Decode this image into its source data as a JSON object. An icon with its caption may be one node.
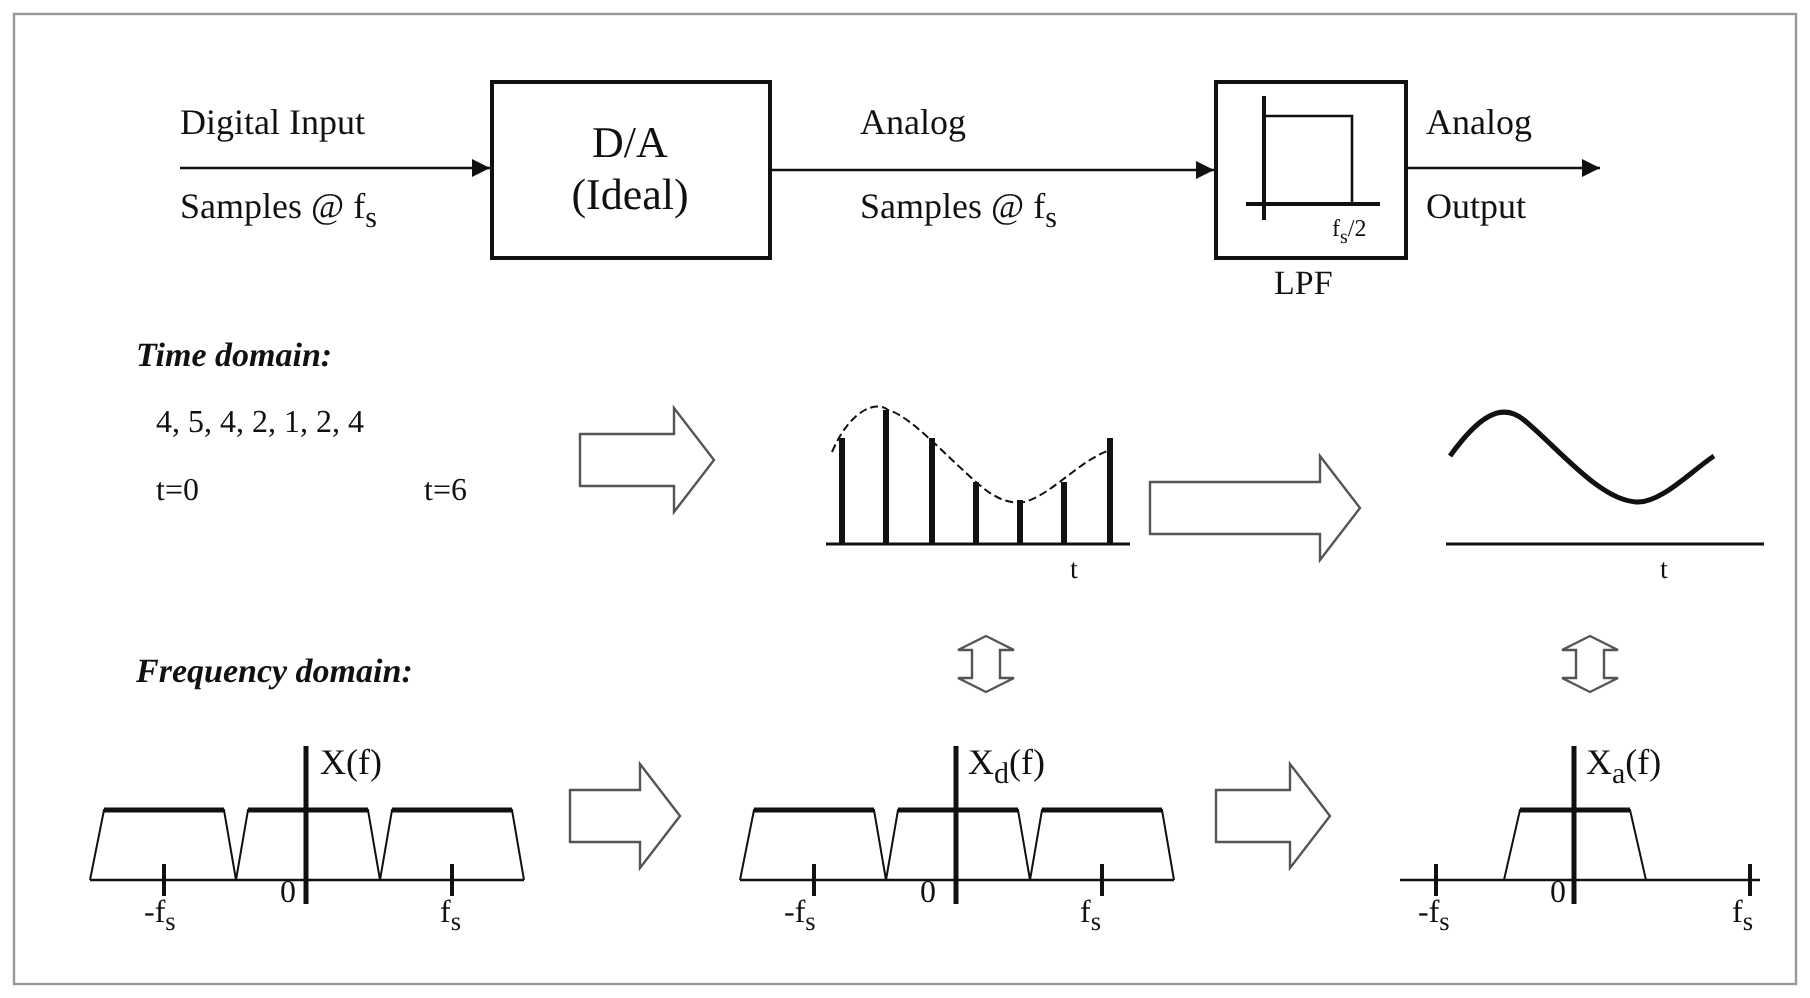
{
  "diagram": {
    "nodes": [
      {
        "text": [
          "Digital Input",
          "Samples @ f$_{s}$"
        ]
      },
      {
        "text": [
          "D/A (Ideal)"
        ]
      },
      {
        "text": [
          "f$_{s}$/2",
          "LPF"
        ]
      },
      {
        "text": [
          "Analog",
          "Output"
        ]
      },
      {
        "text": [
          "4, 5, 4, 2, 1, 2, 4",
          "t=0",
          "t=6"
        ]
      },
      {
        "text": [
          "t"
        ]
      },
      {
        "text": [
          "t"
        ]
      },
      {
        "text": [
          "X(f)",
          "-f$_{s}$",
          "0",
          "f$_{s}$"
        ]
      },
      {
        "text": [
          "X$_{d}$(f)",
          "-f$_{s}$",
          "0",
          "f$_{s}$"
        ]
      },
      {
        "text": [
          "X$_{a}$(f)",
          "-f$_{s}$",
          "0",
          "f$_{s}$"
        ]
      }
    ],
    "edges": [
      {
        "from": 0,
        "to": 1,
        "arrow": "to"
      },
      {
        "from": 1,
        "to": 2,
        "arrow": "to"
      },
      {
        "from": 2,
        "to": 3,
        "arrow": "to"
      },
      {
        "from": 4,
        "to": 5,
        "arrow": "to",
        "style": "thick"
      },
      {
        "from": 5,
        "to": 6,
        "arrow": "to",
        "style": "thick"
      },
      {
        "from": 5,
        "to": 8,
        "arrow": "both",
        "style": "thick"
      },
      {
        "from": 6,
        "to": 9,
        "arrow": "both",
        "style": "thick"
      },
      {
        "from": 7,
        "to": 8,
        "arrow": "to",
        "style": "thick"
      },
      {
        "from": 8,
        "to": 9,
        "arrow": "to",
        "style": "thick"
      }
    ],
    "labels": [
      "Analog",
      "Samples @ f$_{s}$",
      "Time domain:",
      "Frequency domain:"
    ]
  }
}
